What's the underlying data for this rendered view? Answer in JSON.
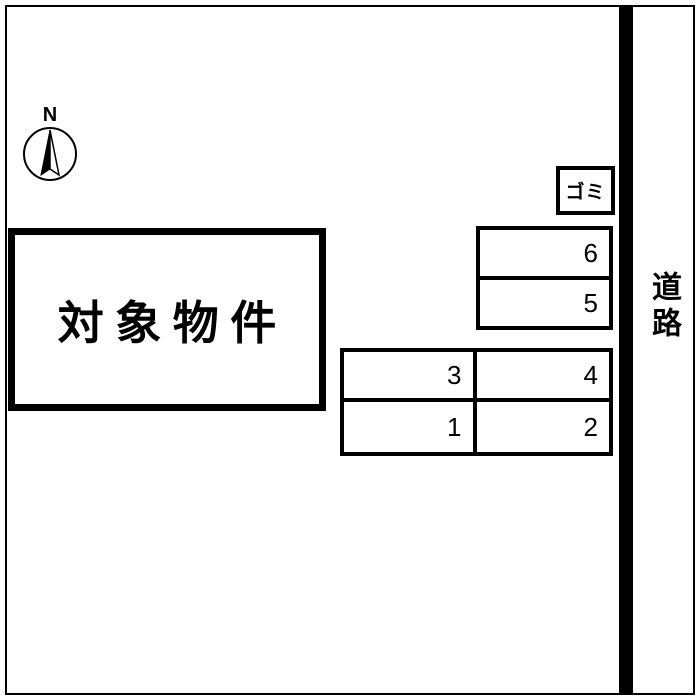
{
  "compass": {
    "label": "N"
  },
  "property": {
    "label": "対象物件"
  },
  "garbage": {
    "label": "ゴミ"
  },
  "road": {
    "label": "道路"
  },
  "parking": {
    "upper_block": {
      "spaces": [
        {
          "number": "6"
        },
        {
          "number": "5"
        }
      ]
    },
    "lower_block": {
      "rows": [
        {
          "cells": [
            {
              "number": "3"
            },
            {
              "number": "4"
            }
          ]
        },
        {
          "cells": [
            {
              "number": "1"
            },
            {
              "number": "2"
            }
          ]
        }
      ]
    }
  },
  "colors": {
    "line": "#000000",
    "background": "#ffffff"
  }
}
